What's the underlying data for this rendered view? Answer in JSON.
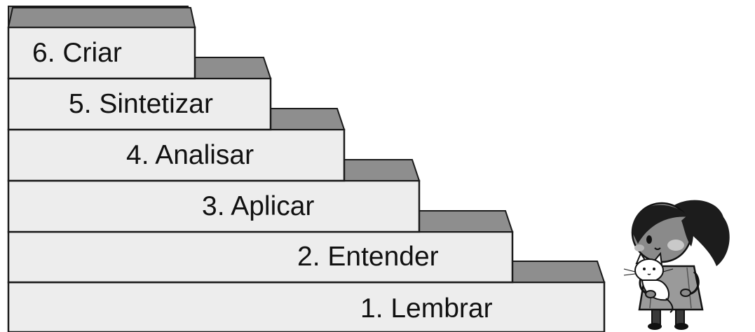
{
  "diagram": {
    "steps": [
      {
        "label": "1. Lembrar"
      },
      {
        "label": "2. Entender"
      },
      {
        "label": "3. Aplicar"
      },
      {
        "label": "4. Analisar"
      },
      {
        "label": "5. Sintetizar"
      },
      {
        "label": "6. Criar"
      }
    ],
    "colors": {
      "step_face": "#ededed",
      "step_top": "#8e8e8e",
      "outline": "#1a1a1a"
    },
    "illustration": {
      "icon": "girl-holding-cat-icon"
    }
  }
}
